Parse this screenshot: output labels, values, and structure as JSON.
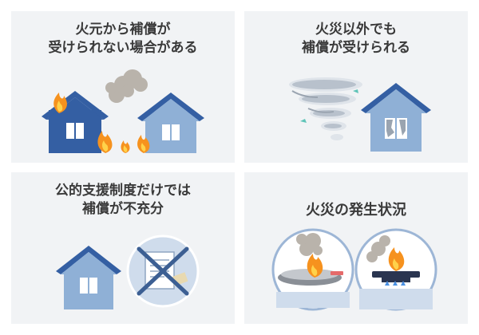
{
  "panels": [
    {
      "id": "fire-not-covered",
      "title_lines": [
        "火元から補償が",
        "受けられない場合がある"
      ]
    },
    {
      "id": "non-fire-covered",
      "title_lines": [
        "火災以外でも",
        "補償が受けられる"
      ]
    },
    {
      "id": "public-support",
      "title_lines": [
        "公的支援制度だけでは",
        "補償が不充分"
      ]
    },
    {
      "id": "fire-situation",
      "title_lines": [
        "火災の発生状況"
      ]
    }
  ],
  "colors": {
    "panel_bg": "#f1f3f5",
    "house_dark": "#345fa3",
    "house_light": "#8fb0d6",
    "flame_orange": "#f6921e",
    "flame_yellow": "#ffd24a",
    "smoke": "#b9b3ab",
    "circle_bg": "#cfdcec",
    "cross": "#3c5f93"
  },
  "icons": [
    "house-icon",
    "flame-icon",
    "smoke-icon",
    "tornado-icon",
    "document-icon",
    "cross-icon",
    "frying-pan-icon",
    "gas-stove-icon"
  ]
}
